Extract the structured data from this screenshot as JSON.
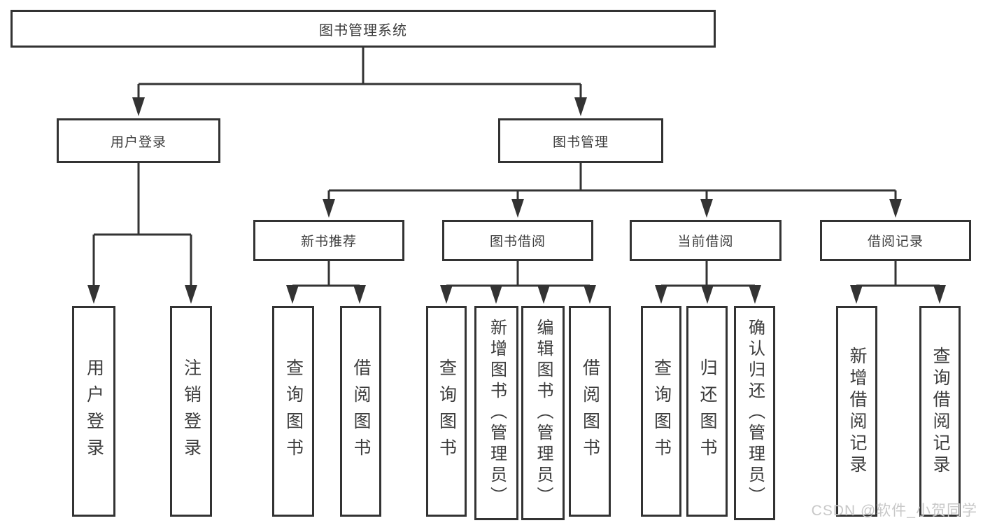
{
  "colors": {
    "line": "#333333",
    "box_border": "#333333",
    "text": "#3c3c3c",
    "watermark": "#c8c8c8",
    "background": "#ffffff"
  },
  "watermark": {
    "text": "CSDN @软件_小贺同学"
  },
  "tree": {
    "root": {
      "label": "图书管理系统",
      "children": [
        {
          "label": "用户登录",
          "children": [
            {
              "label": "用户登录"
            },
            {
              "label": "注销登录"
            }
          ]
        },
        {
          "label": "图书管理",
          "children": [
            {
              "label": "新书推荐",
              "children": [
                {
                  "label": "查询图书"
                },
                {
                  "label": "借阅图书"
                }
              ]
            },
            {
              "label": "图书借阅",
              "children": [
                {
                  "label": "查询图书"
                },
                {
                  "label": "新增图书（管理员）"
                },
                {
                  "label": "编辑图书（管理员）"
                },
                {
                  "label": "借阅图书"
                }
              ]
            },
            {
              "label": "当前借阅",
              "children": [
                {
                  "label": "查询图书"
                },
                {
                  "label": "归还图书"
                },
                {
                  "label": "确认归还（管理员）"
                }
              ]
            },
            {
              "label": "借阅记录",
              "children": [
                {
                  "label": "新增借阅记录"
                },
                {
                  "label": "查询借阅记录"
                }
              ]
            }
          ]
        }
      ]
    }
  }
}
